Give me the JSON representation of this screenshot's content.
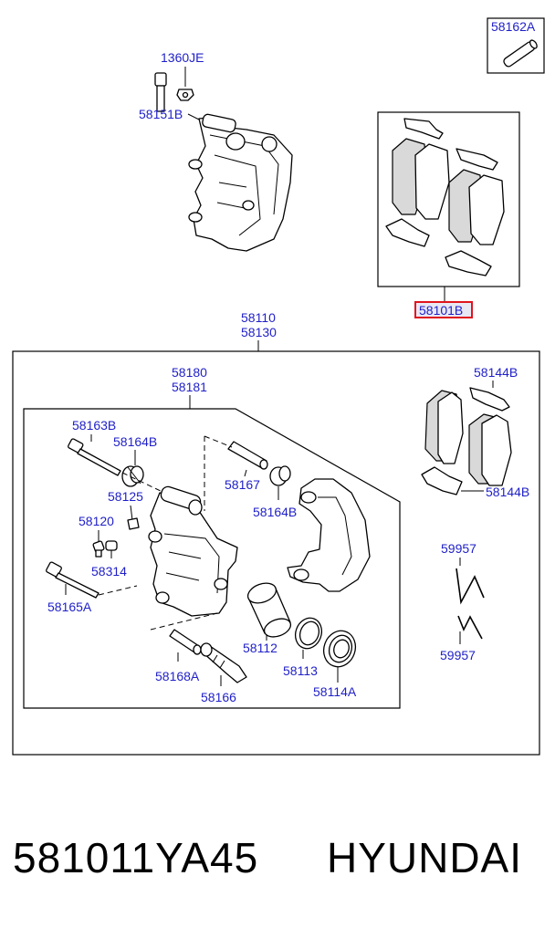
{
  "labels": {
    "l58162A": "58162A",
    "l1360JE": "1360JE",
    "l58151B": "58151B",
    "l58101B": "58101B",
    "l58110": "58110",
    "l58130": "58130",
    "l58180": "58180",
    "l58181": "58181",
    "l58144B_top": "58144B",
    "l58144B_bottom": "58144B",
    "l58163B": "58163B",
    "l58164B_top": "58164B",
    "l58167": "58167",
    "l58125": "58125",
    "l58164B_mid": "58164B",
    "l58120": "58120",
    "l58314": "58314",
    "l58165A": "58165A",
    "l59957_top": "59957",
    "l59957_bottom": "59957",
    "l58112": "58112",
    "l58113": "58113",
    "l58168A": "58168A",
    "l58166": "58166",
    "l58114A": "58114A"
  },
  "footer": {
    "part_number": "581011YA45",
    "brand": "HYUNDAI"
  },
  "colors": {
    "label": "#1f1fc8",
    "highlight_box": "#e0141e",
    "highlight_fill": "#e8e8f4"
  }
}
